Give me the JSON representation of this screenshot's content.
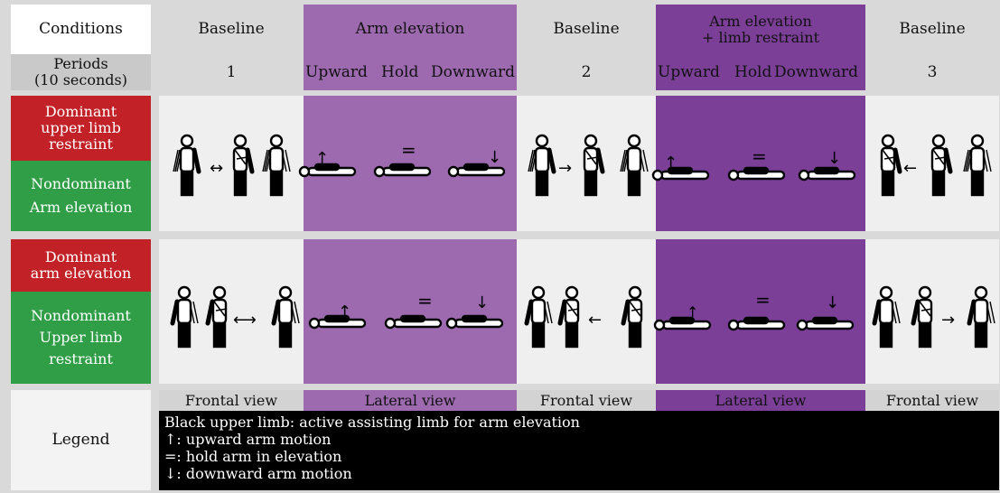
{
  "header": {
    "conditions": "Conditions",
    "periods": [
      "Periods",
      "(10 seconds)"
    ],
    "columns": [
      {
        "title": "Baseline",
        "period": "1"
      },
      {
        "title": "Arm elevation",
        "sub": [
          "Upward",
          "Hold",
          "Downward"
        ]
      },
      {
        "title": "Baseline",
        "period": "2"
      },
      {
        "title": [
          "Arm elevation",
          "+ limb restraint"
        ],
        "sub": [
          "Upward",
          "Hold",
          "Downward"
        ]
      },
      {
        "title": "Baseline",
        "period": "3"
      }
    ]
  },
  "rows": [
    {
      "top": [
        "Dominant",
        "upper limb",
        "restraint"
      ],
      "bottom": [
        "Nondominant",
        "Arm elevation"
      ]
    },
    {
      "top": [
        "Dominant",
        "arm elevation"
      ],
      "bottom": [
        "Nondominant",
        "Upper limb",
        "restraint"
      ]
    }
  ],
  "views": [
    "Frontal view",
    "Lateral view",
    "Frontal view",
    "Lateral view",
    "Frontal view"
  ],
  "legend": {
    "label": "Legend",
    "lines": [
      "Black upper limb: active assisting limb for arm elevation",
      "↑: upward arm motion",
      "=: hold arm in elevation",
      "↓: downward arm motion"
    ]
  },
  "symbols": {
    "up": "↑",
    "hold": "=",
    "down": "↓"
  },
  "colors": {
    "lightgrey": "#eeefee",
    "violet": "#9d6aaf",
    "purple": "#7b3f98",
    "red": "#c12127",
    "green": "#2f9e47"
  }
}
